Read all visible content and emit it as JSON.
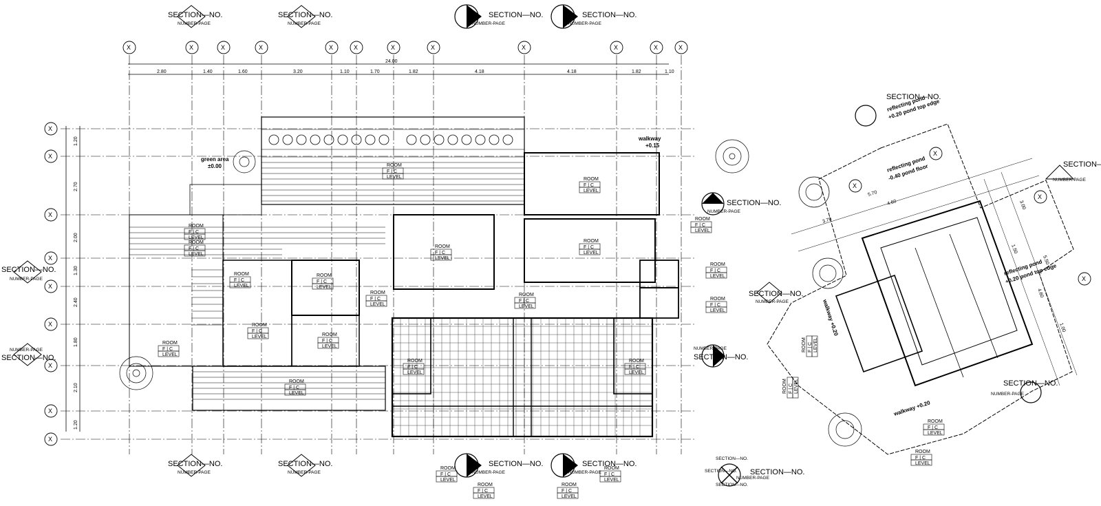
{
  "labels": {
    "section_no": "SECTION—NO.",
    "number_page": "NUMBER-PAGE",
    "grid_mark": "X",
    "room": "ROOM",
    "fc": "F | C",
    "level": "LEVEL",
    "total_width": "24.00",
    "green_area": "green area",
    "green_area_level": "±0.00",
    "walkway_top": "walkway",
    "walkway_top_level": "+0.15",
    "reflecting_pond_1": "reflecting pond",
    "reflecting_pond_1_note": "+0.20 pond top edge",
    "reflecting_pond_2": "reflecting pond",
    "reflecting_pond_2_note": "-0.40 pond floor",
    "reflecting_pond_3": "reflecting pond",
    "reflecting_pond_3_note": "+0.20 pond top edge",
    "walkway_right": "walkway +0.20",
    "walkway_bottom": "walkway +0.20"
  },
  "dimensions_top": [
    "2.80",
    "1.40",
    "1.60",
    "3.20",
    "1.10",
    "1.70",
    "1.82",
    "4.18",
    "4.18",
    "1.82",
    "1.10"
  ],
  "dimensions_left": [
    "1.20",
    "2.70",
    "2.00",
    "1.30",
    "2.40",
    "1.80",
    "2.10",
    "1.20"
  ],
  "dimensions_annex": [
    "5.70",
    "4.60",
    "3.70",
    "3.00",
    "1.50",
    "5.50",
    "4.60",
    "1.00"
  ]
}
